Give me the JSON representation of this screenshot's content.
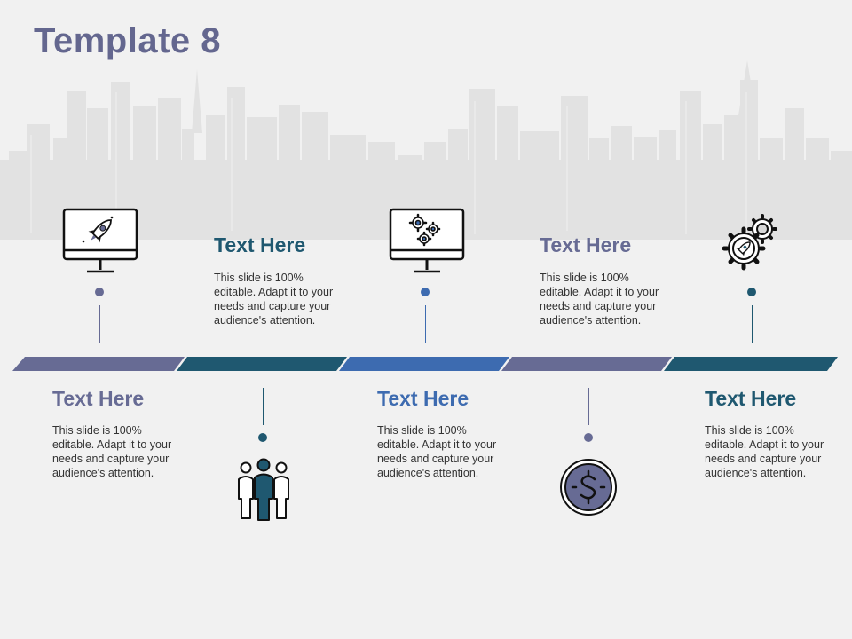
{
  "slide": {
    "title": "Template 8",
    "colors": {
      "title": "#64678f",
      "slate": "#676b94",
      "teal": "#1f5870",
      "blue": "#3d6bb0",
      "skyline": "#e2e2e2",
      "background": "#f1f1f1"
    },
    "steps": [
      {
        "title": "Text Here",
        "body": "This slide is 100% editable. Adapt it to your needs and capture your audience's attention.",
        "icon": "monitor-rocket-icon",
        "color": "#676b94"
      },
      {
        "title": "Text Here",
        "body": "This slide is 100% editable. Adapt it to your needs and capture your audience's attention.",
        "icon": "team-people-icon",
        "color": "#1f5870"
      },
      {
        "title": "Text Here",
        "body": "This slide is 100% editable. Adapt it to your needs and capture your audience's attention.",
        "icon": "monitor-gears-icon",
        "color": "#3d6bb0"
      },
      {
        "title": "Text Here",
        "body": "This slide is 100% editable. Adapt it to your needs and capture your audience's attention.",
        "icon": "dollar-coin-icon",
        "color": "#676b94"
      },
      {
        "title": "Text Here",
        "body": "This slide is 100% editable. Adapt it to your needs and capture your audience's attention.",
        "icon": "gear-rocket-icon",
        "color": "#1f5870"
      }
    ]
  }
}
